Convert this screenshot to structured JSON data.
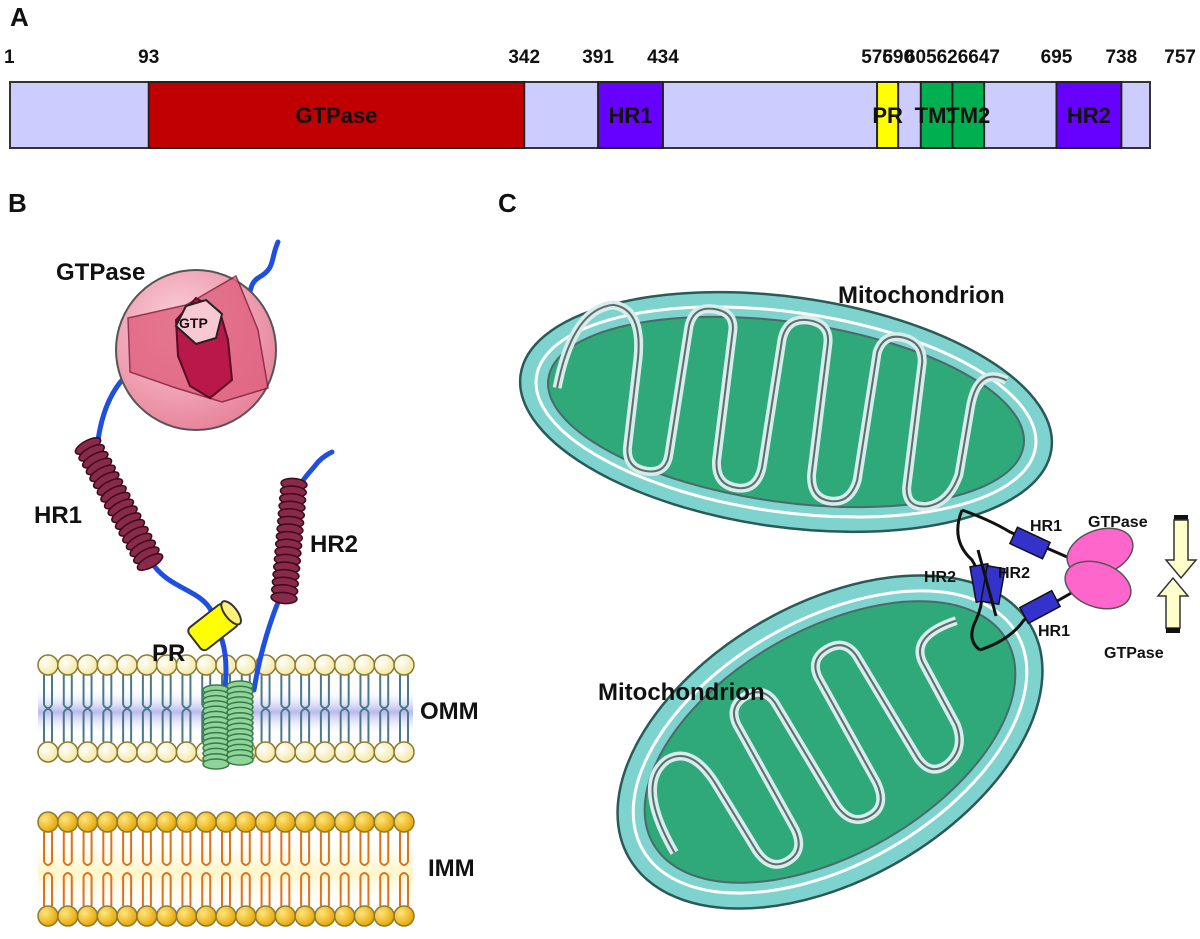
{
  "panels": {
    "a": "A",
    "b": "B",
    "c": "C"
  },
  "protein": {
    "length": 757,
    "positions": [
      "1",
      "93",
      "342",
      "391",
      "434",
      "576",
      "590",
      "605",
      "626",
      "647",
      "695",
      "738",
      "757"
    ],
    "background_color": "#ccccff",
    "domains": [
      {
        "label": "GTPase",
        "start": 93,
        "end": 342,
        "color": "#c00000",
        "text_color": "#111111"
      },
      {
        "label": "HR1",
        "start": 391,
        "end": 434,
        "color": "#6600ff",
        "text_color": "#111111"
      },
      {
        "label": "PR",
        "start": 576,
        "end": 590,
        "color": "#ffff00",
        "text_color": "#111111"
      },
      {
        "label": "TM1",
        "start": 605,
        "end": 626,
        "color": "#00b050",
        "text_color": "#111111"
      },
      {
        "label": "TM2",
        "start": 626,
        "end": 647,
        "color": "#00b050",
        "text_color": "#111111"
      },
      {
        "label": "HR2",
        "start": 695,
        "end": 738,
        "color": "#6600ff",
        "text_color": "#111111"
      }
    ]
  },
  "panel_b": {
    "gtpase": "GTPase",
    "gtp": "GTP",
    "hr1": "HR1",
    "hr2": "HR2",
    "pr": "PR",
    "omm": "OMM",
    "imm": "IMM"
  },
  "panel_c": {
    "mito_top": "Mitochondrion",
    "mito_bottom": "Mitochondrion",
    "hr1_top": "HR1",
    "hr1_bottom": "HR1",
    "hr2_left": "HR2",
    "hr2_right": "HR2",
    "gtpase_top": "GTPase",
    "gtpase_bottom": "GTPase"
  },
  "colors": {
    "mito_outer": "#7fd3cf",
    "mito_matrix": "#2fa87a",
    "helix": "#8a2a4a",
    "linker": "#1f4fe0",
    "gtpase_pink": "#f08aa0",
    "omm_head": "#fff3b0",
    "imm_head": "#f5b800",
    "tm_green": "#8fd49a",
    "hr_blue": "#3333cc",
    "gtpase_magenta": "#ff66cc"
  }
}
